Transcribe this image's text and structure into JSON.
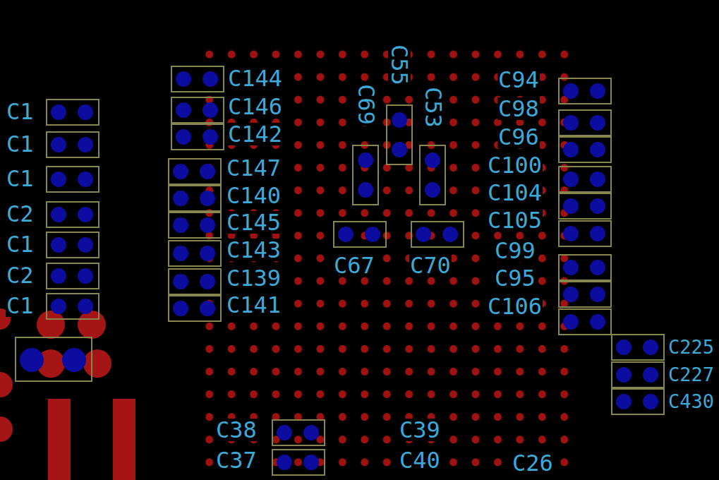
{
  "diagram": {
    "labels": [
      "C55",
      "C144",
      "C94",
      "C1",
      "C146",
      "C98",
      "C69",
      "C53",
      "C1",
      "C142",
      "C96",
      "C1",
      "C147",
      "C100",
      "C2",
      "C140",
      "C104",
      "C1",
      "C145",
      "C105",
      "C67",
      "C70",
      "C2",
      "C143",
      "C99",
      "C1",
      "C139",
      "C95",
      "C141",
      "C106",
      "C225",
      "C227",
      "C430",
      "C38",
      "C39",
      "C37",
      "C40",
      "C26"
    ]
  }
}
